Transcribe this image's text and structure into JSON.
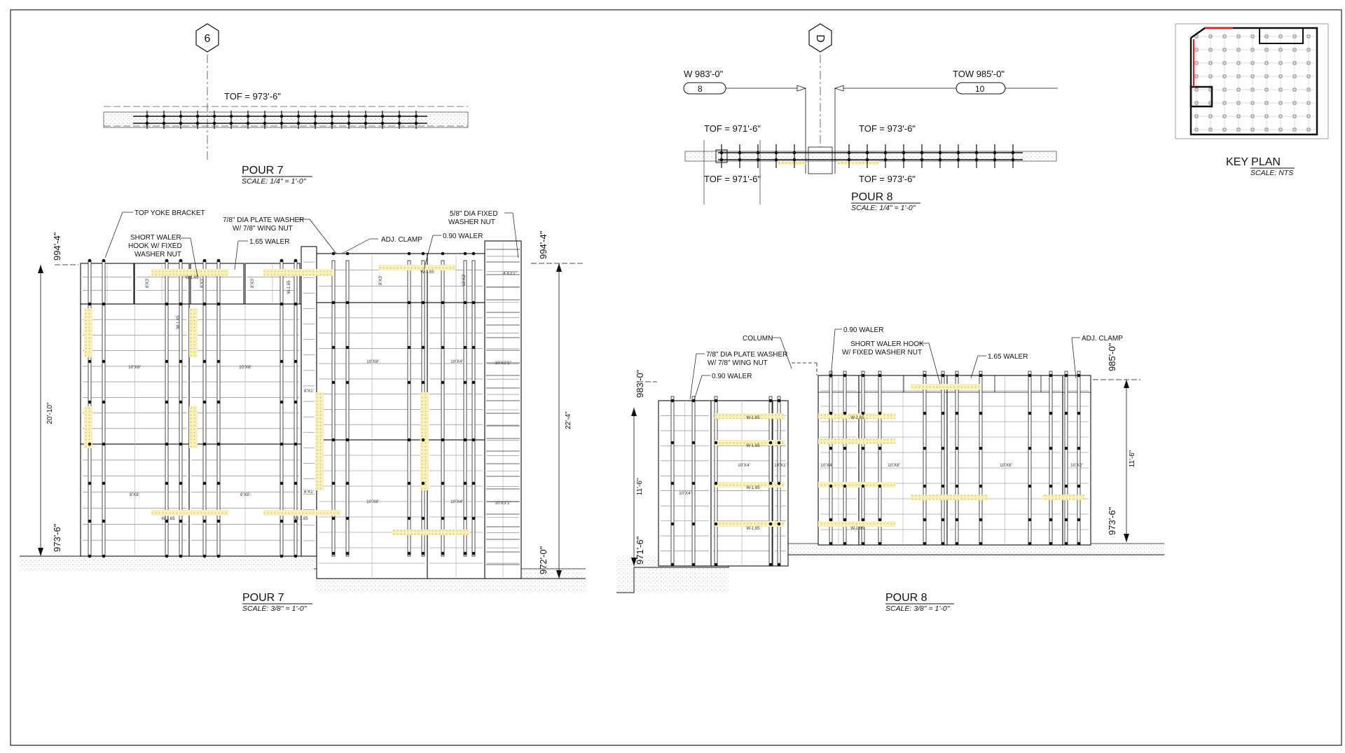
{
  "grid_bubbles": {
    "b6": "6",
    "bD": "D"
  },
  "plan7": {
    "tof": "TOF = 973'-6\"",
    "title": "POUR 7",
    "scale": "SCALE: 1/4\" = 1'-0\""
  },
  "plan8": {
    "tow_left": "W 983'-0\"",
    "tow_right": "TOW 985'-0\"",
    "tag_left": "8",
    "tag_right": "10",
    "tof_tl": "TOF = 971'-6\"",
    "tof_tr": "TOF = 973'-6\"",
    "tof_bl": "TOF = 971'-6\"",
    "tof_br": "TOF = 973'-6\"",
    "title": "POUR 8",
    "scale": "SCALE: 1/4\" = 1'-0\""
  },
  "keyplan": {
    "title": "KEY PLAN",
    "scale": "SCALE: NTS"
  },
  "elev7": {
    "title": "POUR 7",
    "scale": "SCALE: 3/8\" = 1'-0\"",
    "elev_top_l": "994'-4\"",
    "elev_top_r": "994'-4\"",
    "elev_bot_l": "973'-6\"",
    "elev_bot_r": "972'-0\"",
    "dim_l": "20'-10\"",
    "dim_r": "22'-4\"",
    "callouts": {
      "top_yoke": "TOP YOKE BRACKET",
      "short_waler_1": "SHORT WALER",
      "short_waler_2": "HOOK W/ FIXED",
      "short_waler_3": "WASHER NUT",
      "plate_washer_1": "7/8\" DIA PLATE WASHER",
      "plate_washer_2": "W/ 7/8\" WING NUT",
      "waler_165": "1.65 WALER",
      "adj_clamp": "ADJ. CLAMP",
      "waler_090": "0.90 WALER",
      "fixed_nut_1": "5/8\" DIA FIXED",
      "fixed_nut_2": "WASHER NUT"
    },
    "panels": {
      "p1": "8'X3'",
      "p2": "8'X3'",
      "p3": "8'X3'",
      "p4": "8'X3'",
      "p5": "10'X8'",
      "p6": "10'X8'",
      "p7": "10'X8'",
      "p8": "10'X4'",
      "p9": "10'X3'1\"",
      "p10": "8'X8'",
      "p11": "8'X8'",
      "p12": "10'X8'",
      "p13": "10'X4'",
      "p14": "10'X3'1\"",
      "p15": "4'X3'1\"",
      "p16": "10'X3'",
      "p17": "8'X1'",
      "p18": "6'X1'"
    },
    "waler_tags": {
      "w1": "W-1.65",
      "w2": "W-1.65",
      "w3": "W-1.65",
      "w4": "W-1.65",
      "w5": "W-1.65",
      "w6": "W-1.65"
    }
  },
  "elev8": {
    "title": "POUR 8",
    "scale": "SCALE: 3/8\" = 1'-0\"",
    "elev_top_l": "983'-0\"",
    "elev_top_r": "985'-0\"",
    "elev_bot_l": "971'-6\"",
    "elev_bot_r": "973'-6\"",
    "dim_l": "11'-6\"",
    "dim_r": "11'-6\"",
    "callouts": {
      "column": "COLUMN",
      "plate_washer_1": "7/8\" DIA PLATE WASHER",
      "plate_washer_2": "W/ 7/8\" WING NUT",
      "waler_090_a": "0.90 WALER",
      "waler_090_b": "0.90 WALER",
      "short_hook_1": "SHORT WALER HOOK",
      "short_hook_2": "W/ FIXED WASHER NUT",
      "waler_165": "1.65 WALER",
      "adj_clamp": "ADJ. CLAMP"
    },
    "panels": {
      "p1": "10'X4'",
      "p2": "10'X4'",
      "p3": "10'X1'",
      "p4": "10'X4'",
      "p5": "10'X8'",
      "p6": "10'X8'",
      "p7": "10'X2'"
    },
    "waler_tags": {
      "w1": "W-1.65",
      "w2": "W-1.65",
      "w3": "W-1.65",
      "w4": "W-1.65",
      "w5": "W-1.65",
      "w6": "W-1.65"
    }
  }
}
